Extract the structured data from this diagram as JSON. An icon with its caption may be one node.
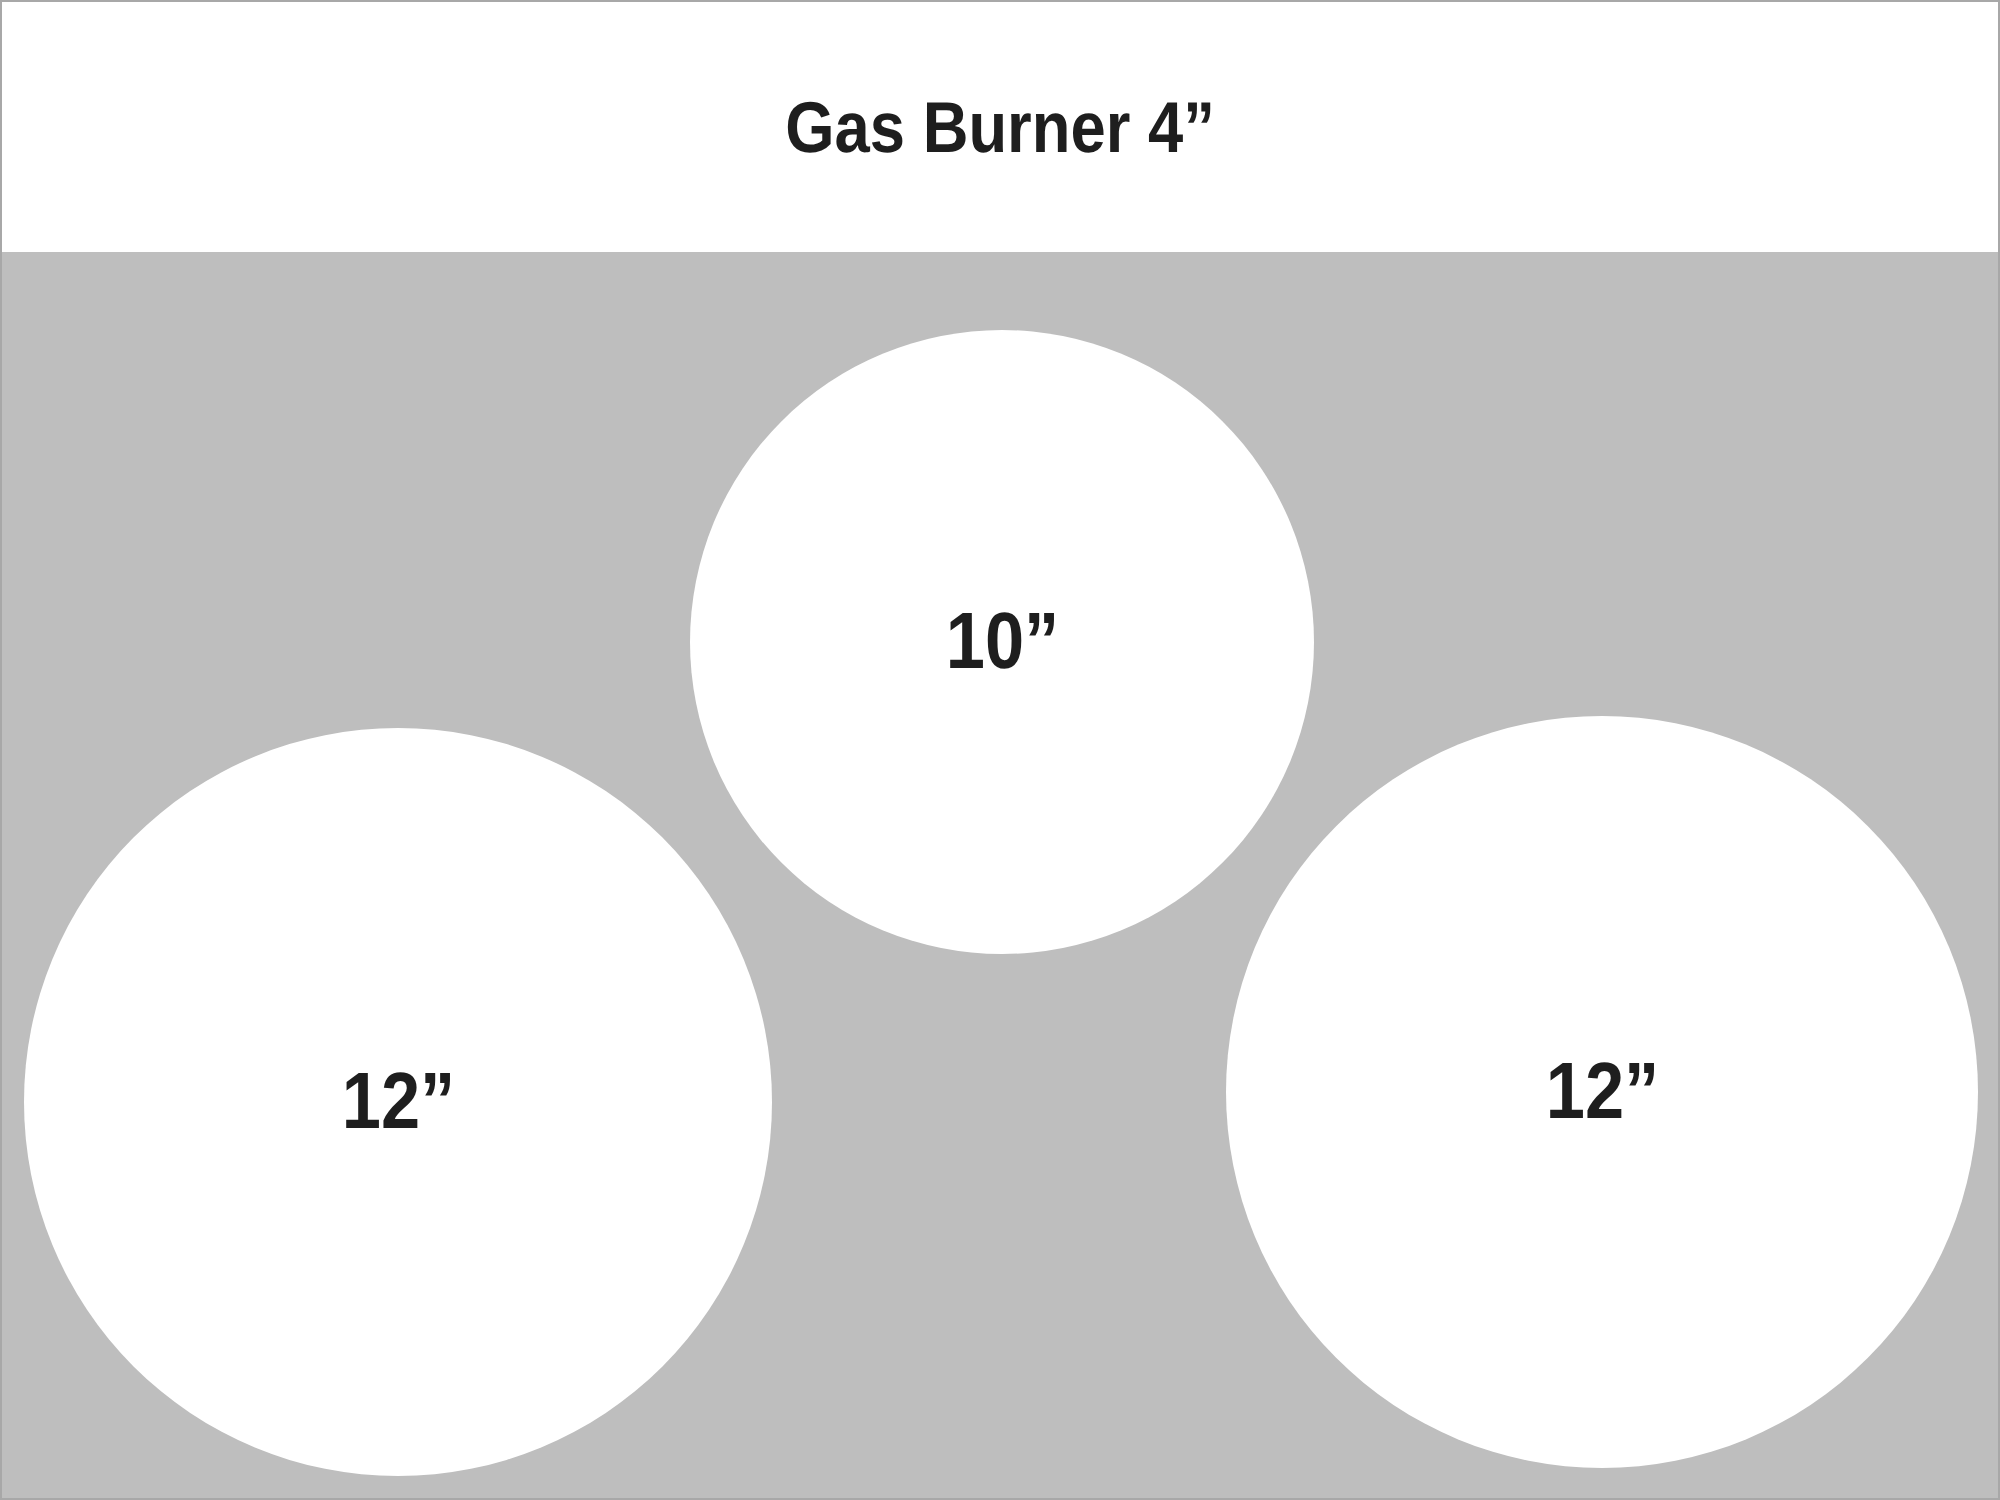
{
  "diagram": {
    "title": "Gas Burner 4”",
    "nodes": [
      {
        "text": [
          "10”"
        ]
      },
      {
        "text": [
          "12”"
        ]
      },
      {
        "text": [
          "12”"
        ]
      }
    ]
  }
}
